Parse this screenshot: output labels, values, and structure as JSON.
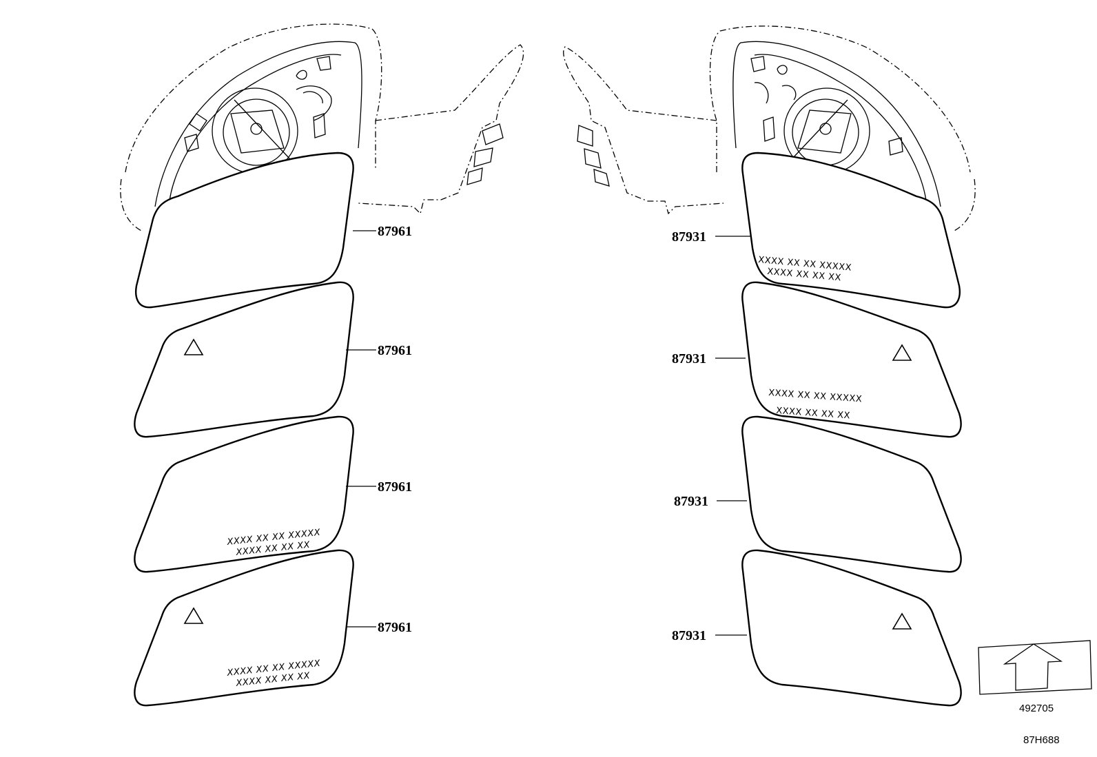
{
  "parts": {
    "left_1": "87961",
    "left_2": "87961",
    "left_3": "87961",
    "left_4": "87961",
    "right_1": "87931",
    "right_2": "87931",
    "right_3": "87931",
    "right_4": "87931"
  },
  "markings": {
    "line1": "XXXX XX XX XXXXX",
    "line2": "XXXX XX XX XX"
  },
  "codes": {
    "ref": "492705",
    "drawing": "87H688"
  },
  "icons": {
    "warning": "triangle-icon",
    "direction": "forward-arrow-icon"
  }
}
